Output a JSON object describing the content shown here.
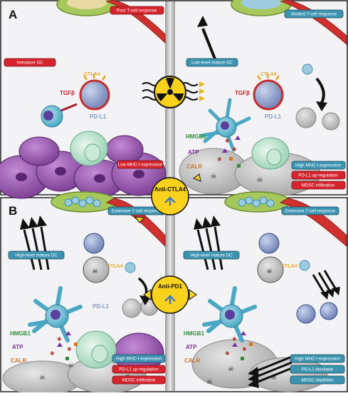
{
  "panels": [
    {
      "id": "A",
      "letter": "A",
      "left_labels": {
        "poor_t_cell": "Poor T-cell response",
        "immature_dc": "Immature DC",
        "low_mhc": "Low MHC-I expression",
        "ctla4": "CTLA4",
        "tgfb": "TGFβ",
        "pdl1": "PD-L1"
      },
      "right_labels": {
        "modest_t_cell": "Modest T-cell response",
        "low_level_dc": "Low-level mature DC",
        "ctla4": "CTLA4",
        "tgfb": "TGFβ",
        "pdl1": "PD-L1",
        "hmgb1": "HMGB1",
        "atp": "ATP",
        "calr": "CALR",
        "high_mhc": "High MHC-I expression",
        "pdl1_up": "PD-L1 up-regulation",
        "mdsc": "MDSC infiltration"
      }
    },
    {
      "id": "B",
      "letter": "B",
      "left_labels": {
        "extensive_t_cell": "Extensive T-cell response",
        "high_level_dc": "High-level mature DC",
        "ctla4": "CTLA4",
        "pdl1": "PD-L1",
        "hmgb1": "HMGB1",
        "atp": "ATP",
        "calr": "CALR",
        "high_mhc": "High MHC-I expression",
        "pdl1_up": "PD-L1 up-regulation",
        "mdsc": "MDSC infiltration"
      },
      "right_labels": {
        "extensive_t_cell": "Extensive T-cell response",
        "high_level_dc": "High-level mature DC",
        "ctla4": "CTLA4",
        "hmgb1": "HMGB1",
        "atp": "ATP",
        "calr": "CALR",
        "high_mhc": "High MHC-I expression",
        "pdl1_blockade": "PD-L1 blockade",
        "mdsc_depletion": "MDSC depletion"
      }
    }
  ],
  "center": {
    "anti_ctla4": "Anti-CTLA4",
    "anti_pd1": "Anti-PD1",
    "radiation": "radiation-symbol-icon"
  },
  "colors": {
    "red_label": "#d5242d",
    "blue_label": "#3b93b0",
    "ctla4_text": "#e8a81e",
    "tgfb_text": "#c01d2b",
    "pdl1_text": "#7d9bc1",
    "hmgb1_text": "#2f8c3a",
    "atp_text": "#7a2fa0",
    "calr_text": "#d8731f",
    "badge_yellow": "#f8d21c"
  }
}
